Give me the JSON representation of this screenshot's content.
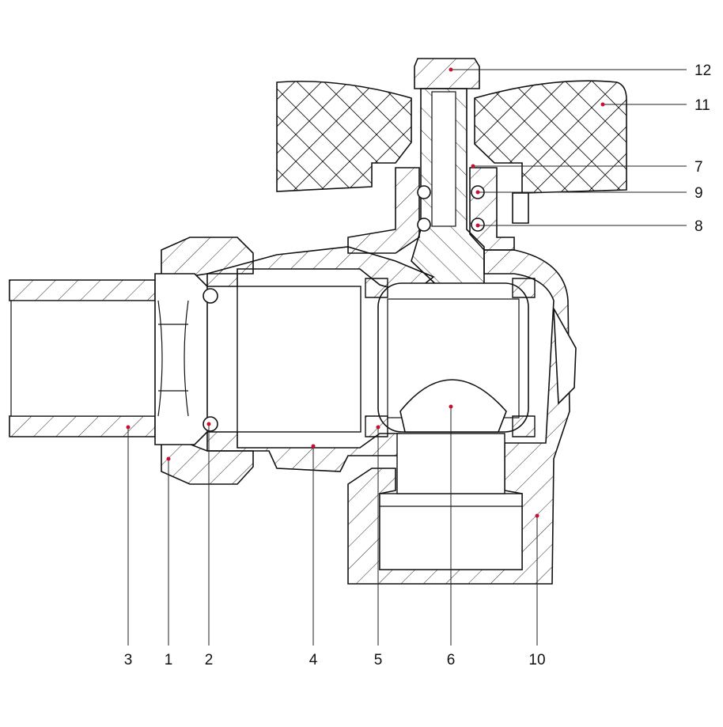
{
  "diagram": {
    "accent_color": "#c8102e",
    "callouts_right": [
      {
        "id": "12",
        "label": "12"
      },
      {
        "id": "11",
        "label": "11"
      },
      {
        "id": "7",
        "label": "7"
      },
      {
        "id": "9",
        "label": "9"
      },
      {
        "id": "8",
        "label": "8"
      }
    ],
    "callouts_bottom": [
      {
        "id": "3",
        "label": "3"
      },
      {
        "id": "1",
        "label": "1"
      },
      {
        "id": "2",
        "label": "2"
      },
      {
        "id": "4",
        "label": "4"
      },
      {
        "id": "5",
        "label": "5"
      },
      {
        "id": "6",
        "label": "6"
      },
      {
        "id": "10",
        "label": "10"
      }
    ]
  }
}
